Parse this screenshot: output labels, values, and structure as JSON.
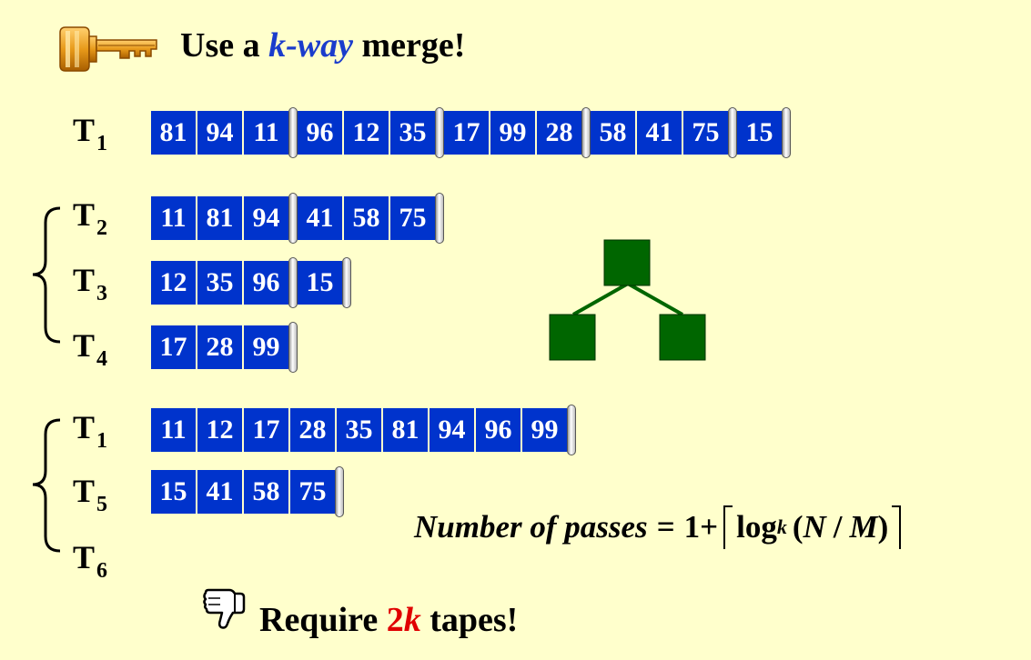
{
  "title": {
    "prefix": "Use a",
    "highlight": "k-way",
    "suffix": "merge!"
  },
  "icons": {
    "key": "key-icon",
    "thumbs_down": "thumbs-down-icon",
    "tree": "merge-tree-icon"
  },
  "colors": {
    "cell": "#0033cc",
    "background": "#ffffcc",
    "highlight": "#1a3ccc",
    "warning": "#e00000",
    "tree": "#006600"
  },
  "tapes": {
    "t1_input": {
      "label": "T",
      "sub": "1",
      "runs": [
        [
          "81",
          "94",
          "11"
        ],
        [
          "96",
          "12",
          "35"
        ],
        [
          "17",
          "99",
          "28"
        ],
        [
          "58",
          "41",
          "75"
        ],
        [
          "15"
        ]
      ]
    },
    "t2": {
      "label": "T",
      "sub": "2",
      "runs": [
        [
          "11",
          "81",
          "94"
        ],
        [
          "41",
          "58",
          "75"
        ]
      ]
    },
    "t3": {
      "label": "T",
      "sub": "3",
      "runs": [
        [
          "12",
          "35",
          "96"
        ],
        [
          "15"
        ]
      ]
    },
    "t4": {
      "label": "T",
      "sub": "4",
      "runs": [
        [
          "17",
          "28",
          "99"
        ]
      ]
    },
    "t1_output": {
      "label": "T",
      "sub": "1",
      "runs": [
        [
          "11",
          "12",
          "17",
          "28",
          "35",
          "81",
          "94",
          "96",
          "99"
        ]
      ]
    },
    "t5": {
      "label": "T",
      "sub": "5",
      "runs": [
        [
          "15",
          "41",
          "58",
          "75"
        ]
      ]
    },
    "t6": {
      "label": "T",
      "sub": "6",
      "runs": []
    }
  },
  "formula": {
    "lhs": "Number of passes",
    "eq": "=",
    "one": "1",
    "plus": "+",
    "log": "log",
    "base": "k",
    "lparen": "(",
    "N": "N",
    "slash": "/",
    "M": "M",
    "rparen": ")"
  },
  "footer": {
    "prefix": "Require",
    "highlight_num": "2",
    "highlight_var": "k",
    "suffix": "tapes!"
  }
}
